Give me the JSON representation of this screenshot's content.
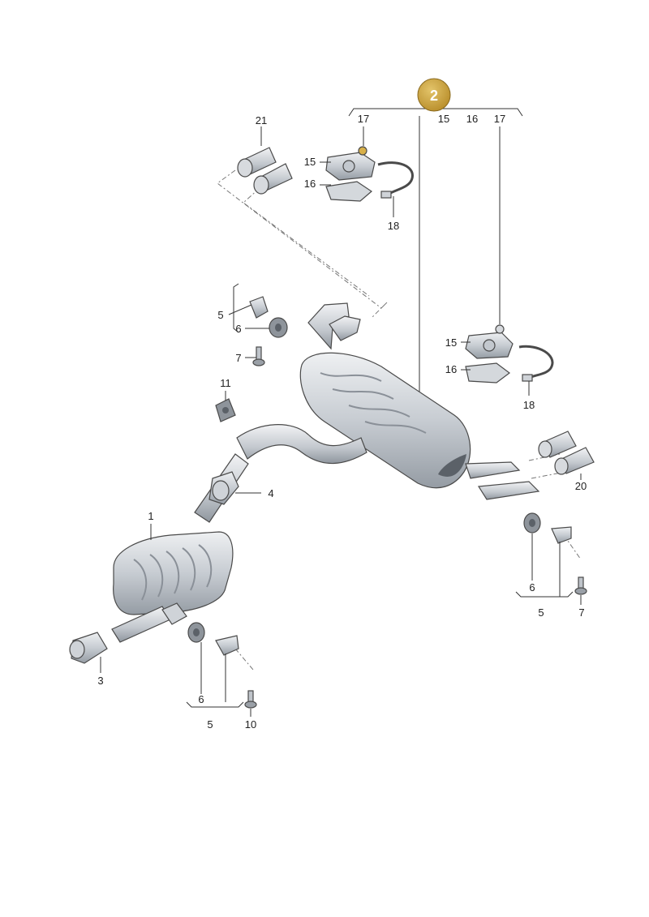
{
  "badge": {
    "label": "2",
    "color": "#c9a13b"
  },
  "callouts": {
    "c17_top": "17",
    "c15_top": "15",
    "c16_top": "16",
    "c17_top_right": "17",
    "c21": "21",
    "c15_left": "15",
    "c16_left": "16",
    "c18_top": "18",
    "c5_left": "5",
    "c6_left": "6",
    "c7_left": "7",
    "c11": "11",
    "c15_right": "15",
    "c16_right": "16",
    "c18_right": "18",
    "c20": "20",
    "c4": "4",
    "c1": "1",
    "c3": "3",
    "c6_bottom": "6",
    "c5_bottom": "5",
    "c10": "10",
    "c6_right": "6",
    "c5_right": "5",
    "c7_right": "7"
  },
  "colors": {
    "metal_light": "#dfe2e6",
    "metal_mid": "#b9bec5",
    "metal_dark": "#8c939b",
    "line": "#4a4a4a"
  }
}
